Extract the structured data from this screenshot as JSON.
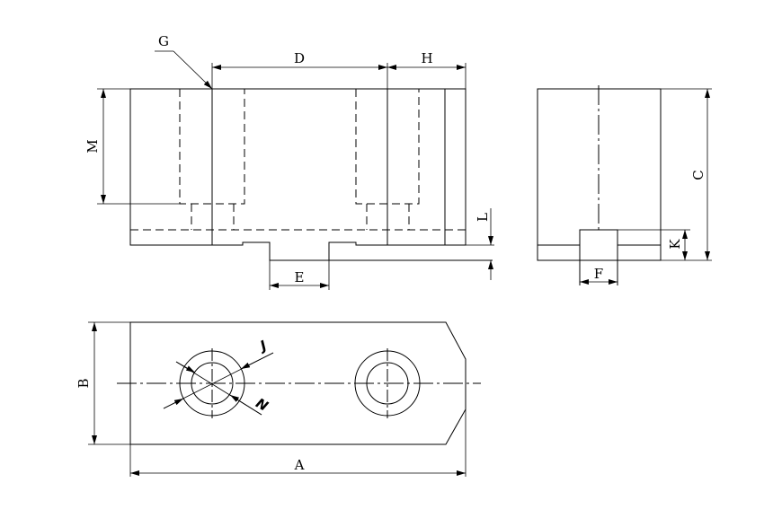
{
  "labels": {
    "A": "A",
    "B": "B",
    "C": "C",
    "D": "D",
    "E": "E",
    "F": "F",
    "G": "G",
    "H": "H",
    "J": "J",
    "K": "K",
    "L": "L",
    "M": "M",
    "N": "N"
  }
}
